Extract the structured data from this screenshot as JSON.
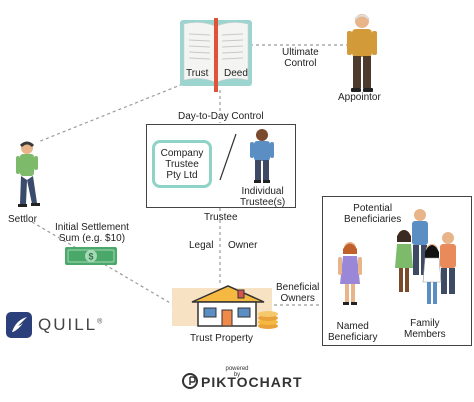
{
  "deed": {
    "left_label": "Trust",
    "right_label": "Deed"
  },
  "ultimate_control": {
    "line1": "Ultimate",
    "line2": "Control"
  },
  "appointor_label": "Appointor",
  "day_to_day_label": "Day-to-Day Control",
  "company_trustee": {
    "line1": "Company",
    "line2": "Trustee",
    "line3": "Pty Ltd"
  },
  "individual_trustee": {
    "line1": "Individual",
    "line2": "Trustee(s)"
  },
  "trustee_label": "Trustee",
  "legal_label": "Legal",
  "owner_label": "Owner",
  "settlor_label": "Settlor",
  "initial_settlement": {
    "line1": "Initial Settlement",
    "line2": "Sum (e.g. $10)"
  },
  "potential_beneficiaries": {
    "line1": "Potential",
    "line2": "Beneficiaries"
  },
  "beneficial_owners": {
    "line1": "Beneficial",
    "line2": "Owners"
  },
  "named_beneficiary": {
    "line1": "Named",
    "line2": "Beneficiary"
  },
  "family_members": {
    "line1": "Family",
    "line2": "Members"
  },
  "trust_property_label": "Trust Property",
  "brand": {
    "name": "QUILL",
    "trademark": "®"
  },
  "footer": {
    "powered_by": "powered by",
    "name": "PIKTOCHART"
  },
  "icons": [
    "book-icon",
    "man-icon",
    "woman-icon",
    "cash-icon",
    "house-icon",
    "coins-icon",
    "quill-logo-icon",
    "piktochart-logo-icon"
  ],
  "colors": {
    "teal": "#8fd3c6",
    "book_red": "#e0533b",
    "cash_green": "#4aa86a",
    "house_orange": "#f5b942",
    "dash": "#999999"
  }
}
